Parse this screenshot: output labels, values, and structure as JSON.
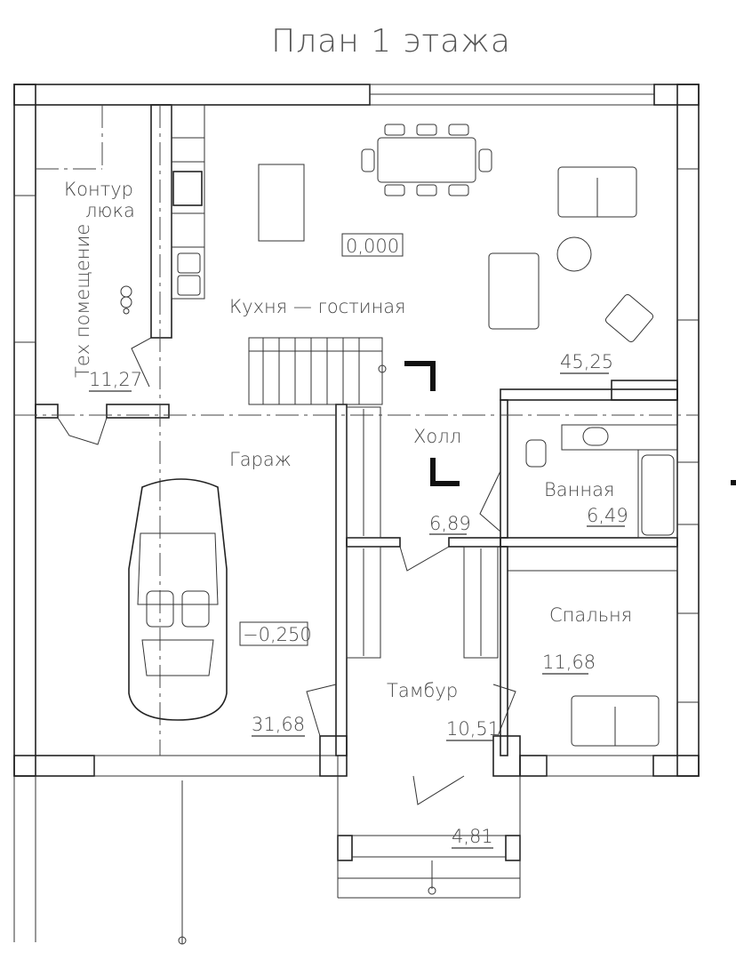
{
  "title": "План 1 этажа",
  "rooms": {
    "tech": {
      "name": "Тех помещение",
      "area": "11,27",
      "hatch_label_1": "Контур",
      "hatch_label_2": "люка"
    },
    "kitchen": {
      "name": "Кухня — гостиная",
      "area": "45,25",
      "level": "0,000"
    },
    "hall": {
      "name": "Холл",
      "area": "6,89"
    },
    "garage": {
      "name": "Гараж",
      "area": "31,68",
      "level": "−0,250"
    },
    "bath": {
      "name": "Ванная",
      "area": "6,49"
    },
    "bedroom": {
      "name": "Спальня",
      "area": "11,68"
    },
    "vestibule": {
      "name": "Тамбур",
      "area": "10,51"
    },
    "porch": {
      "area": "4,81"
    }
  }
}
